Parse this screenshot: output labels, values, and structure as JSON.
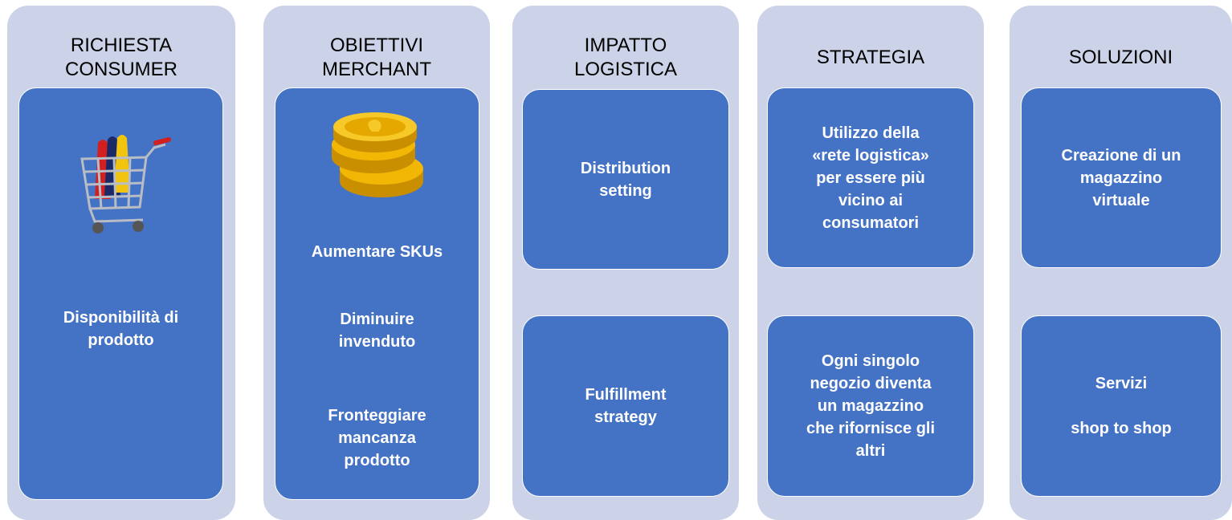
{
  "columns": [
    {
      "title": "RICHIESTA\nCONSUMER",
      "boxes": [
        {
          "icon": "shopping-cart-clothes-icon",
          "text": "Disponibilità di\nprodotto"
        }
      ]
    },
    {
      "title": "OBIETTIVI\nMERCHANT",
      "boxes": [
        {
          "icon": "gold-coins-icon",
          "items": [
            "Aumentare SKUs",
            "Diminuire\ninvenduto",
            "Fronteggiare\nmancanza\nprodotto"
          ]
        }
      ]
    },
    {
      "title": "IMPATTO\nLOGISTICA",
      "boxes": [
        {
          "text": "Distribution\nsetting"
        },
        {
          "text": "Fulfillment\nstrategy"
        }
      ]
    },
    {
      "title": "STRATEGIA",
      "boxes": [
        {
          "text": "Utilizzo della\n«rete logistica»\nper essere più\nvicino ai\nconsumatori"
        },
        {
          "text": "Ogni singolo\nnegozio diventa\nun magazzino\nche rifornisce gli\naltri"
        }
      ]
    },
    {
      "title": "SOLUZIONI",
      "boxes": [
        {
          "text": "Creazione di un\nmagazzino\nvirtuale"
        },
        {
          "text": "Servizi\n\nshop to shop"
        }
      ]
    }
  ],
  "colors": {
    "column_bg": "#ccd3e8",
    "box_bg": "#4472c4",
    "coin_gold": "#f2b705",
    "cart_metal": "#b8bcc4"
  }
}
